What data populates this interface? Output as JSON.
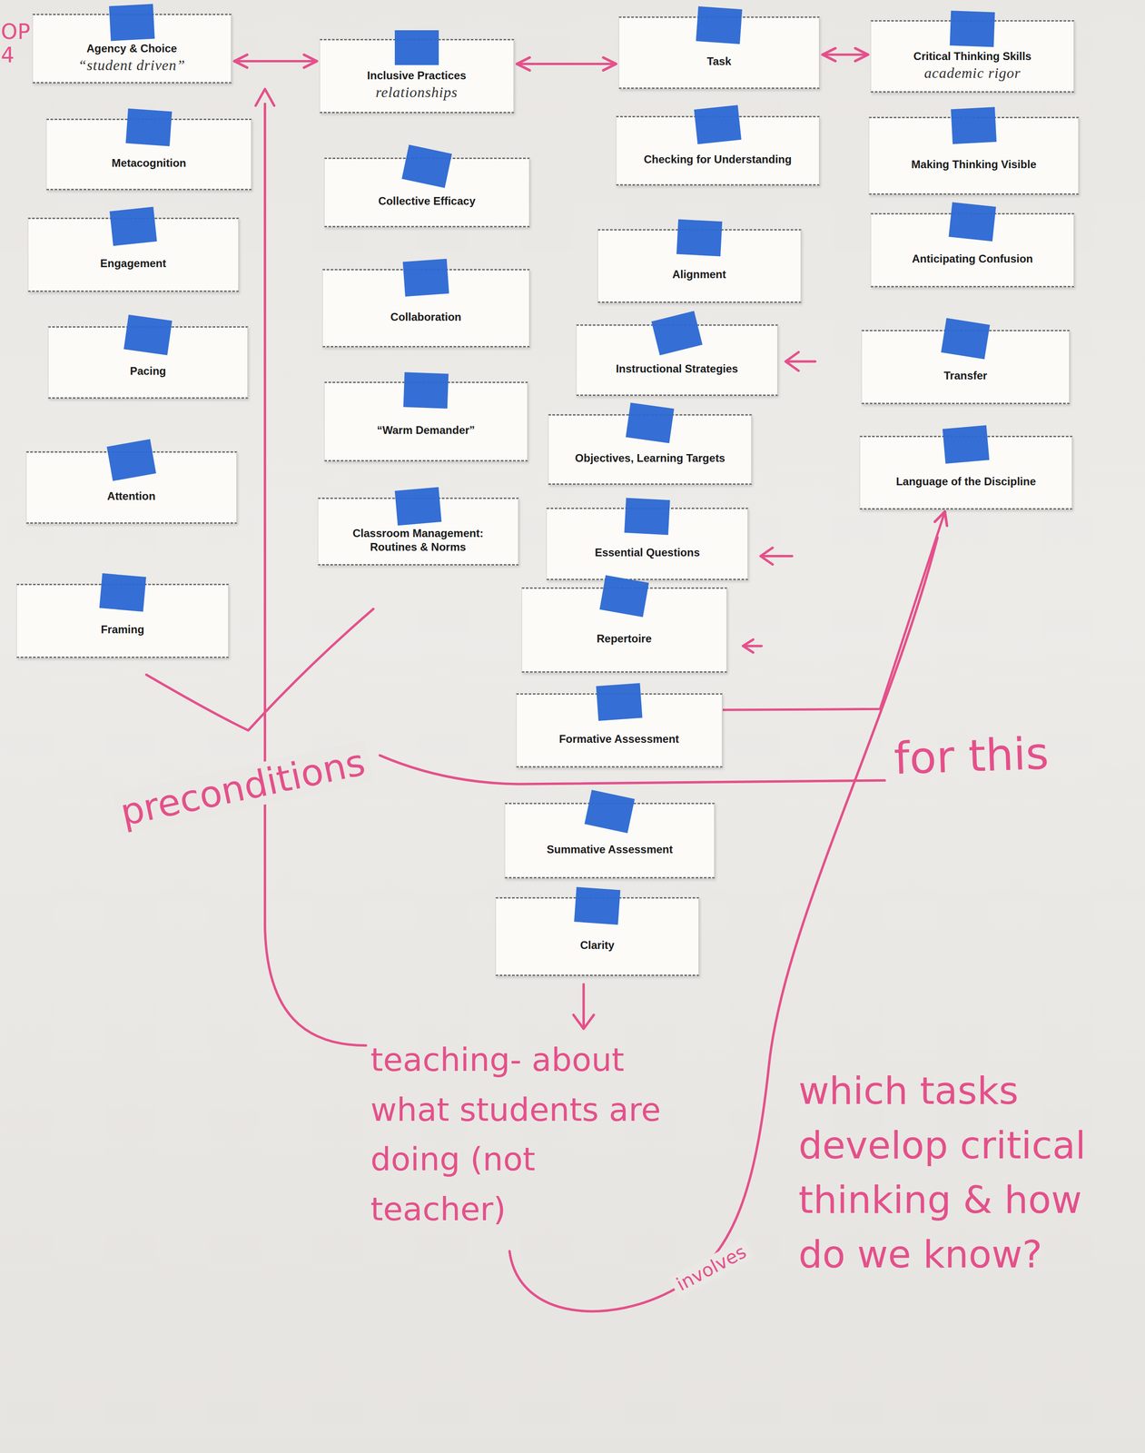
{
  "diagram": {
    "nodes": [
      {
        "text": [
          "Agency & Choice",
          "“student driven”"
        ]
      },
      {
        "text": [
          "Metacognition"
        ]
      },
      {
        "text": [
          "Engagement"
        ]
      },
      {
        "text": [
          "Pacing"
        ]
      },
      {
        "text": [
          "Attention"
        ]
      },
      {
        "text": [
          "Framing"
        ]
      },
      {
        "text": [
          "Inclusive Practices",
          "relationships"
        ]
      },
      {
        "text": [
          "Collective Efficacy"
        ]
      },
      {
        "text": [
          "Collaboration"
        ]
      },
      {
        "text": [
          "“Warm Demander”"
        ]
      },
      {
        "text": [
          "Classroom Management: Routines & Norms"
        ]
      },
      {
        "text": [
          "Task"
        ]
      },
      {
        "text": [
          "Checking for Understanding"
        ]
      },
      {
        "text": [
          "Alignment"
        ]
      },
      {
        "text": [
          "Instructional Strategies"
        ]
      },
      {
        "text": [
          "Objectives, Learning Targets"
        ]
      },
      {
        "text": [
          "Essential Questions"
        ]
      },
      {
        "text": [
          "Repertoire"
        ]
      },
      {
        "text": [
          "Formative Assessment"
        ]
      },
      {
        "text": [
          "Summative Assessment"
        ]
      },
      {
        "text": [
          "Clarity"
        ]
      },
      {
        "text": [
          "Critical Thinking Skills",
          "academic rigor"
        ]
      },
      {
        "text": [
          "Making Thinking Visible"
        ]
      },
      {
        "text": [
          "Anticipating Confusion"
        ]
      },
      {
        "text": [
          "Transfer"
        ]
      },
      {
        "text": [
          "Language of the Discipline"
        ]
      }
    ],
    "edges": [
      {
        "from": 0,
        "to": 6,
        "arrow": "both"
      },
      {
        "from": 6,
        "to": 11,
        "arrow": "both"
      },
      {
        "from": 11,
        "to": 21,
        "arrow": "both"
      },
      {
        "from": 18,
        "to": 25,
        "arrow": "to"
      }
    ],
    "labels": [
      "OP 4",
      "preconditions",
      "for this",
      "teaching- about what students are doing (not teacher)",
      "involves",
      "which tasks develop critical thinking & how do we know?"
    ]
  }
}
